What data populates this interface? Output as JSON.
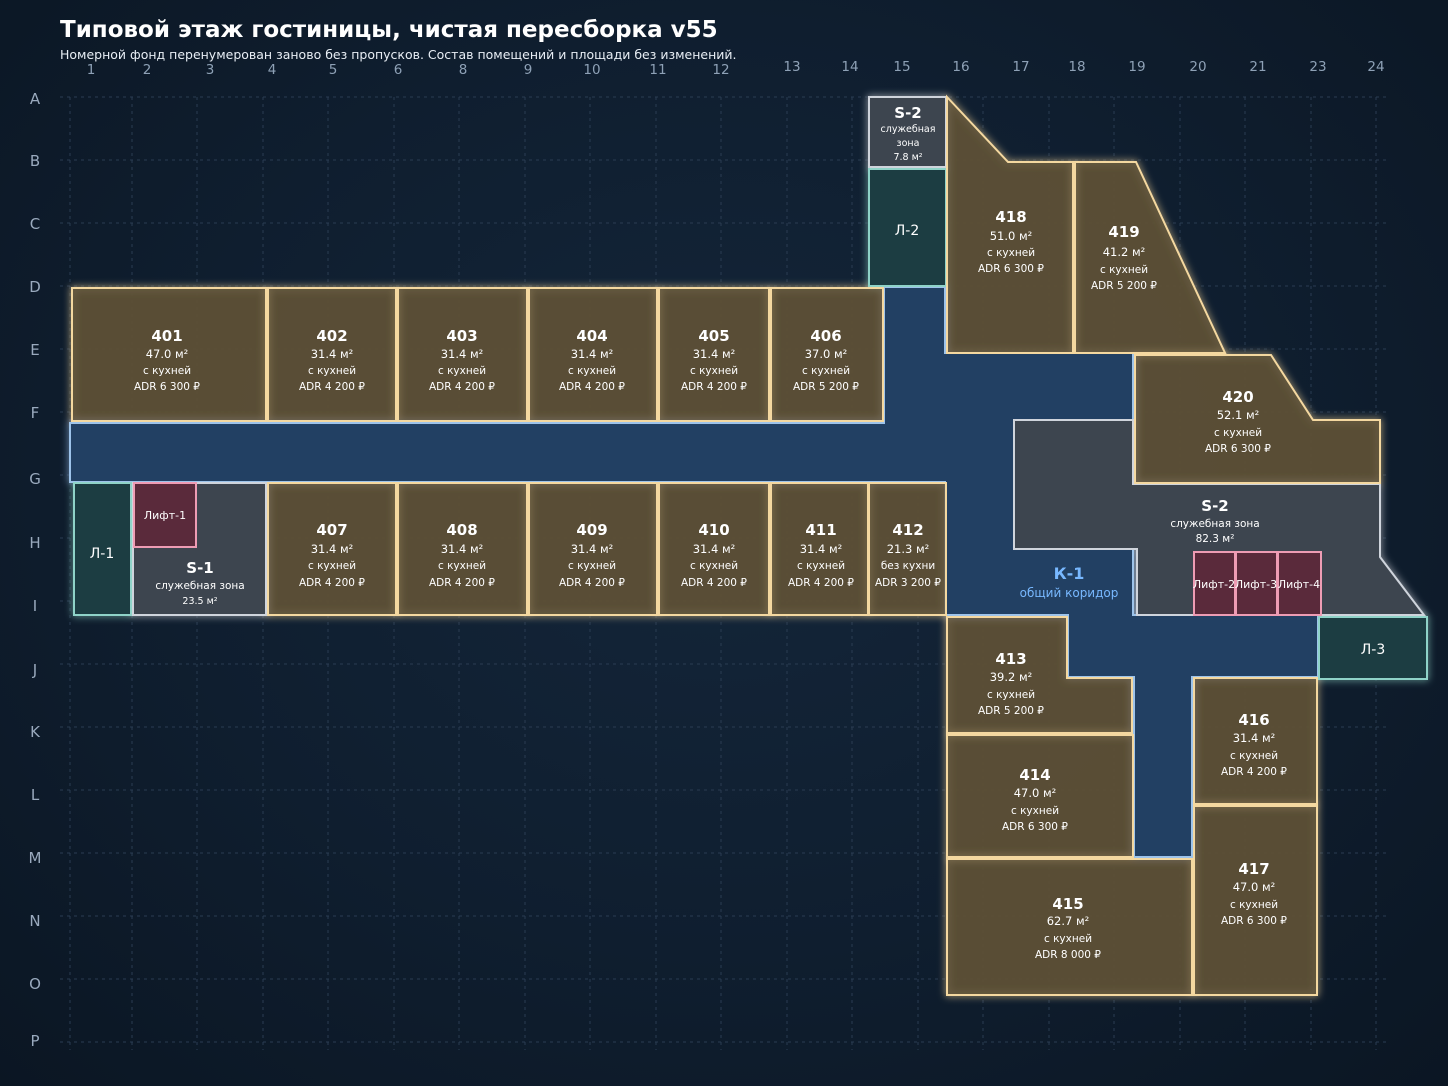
{
  "title": "Типовой этаж гостиницы, чистая пересборка v55",
  "subtitle": "Номерной фонд перенумерован заново без пропусков. Состав помещений и площади без изменений.",
  "col_labels": [
    "1",
    "2",
    "3",
    "4",
    "5",
    "6",
    "8",
    "9",
    "10",
    "11",
    "12",
    "13",
    "14",
    "15",
    "16",
    "17",
    "18",
    "19",
    "20",
    "21",
    "23",
    "24"
  ],
  "row_labels": [
    "A",
    "B",
    "C",
    "D",
    "E",
    "F",
    "G",
    "H",
    "I",
    "J",
    "K",
    "L",
    "M",
    "N",
    "O",
    "P"
  ],
  "rooms": [
    {
      "id": "401",
      "area": "47.0 м²",
      "kitchen": "с кухней",
      "adr": "ADR 6 300 ₽"
    },
    {
      "id": "402",
      "area": "31.4 м²",
      "kitchen": "с кухней",
      "adr": "ADR 4 200 ₽"
    },
    {
      "id": "403",
      "area": "31.4 м²",
      "kitchen": "с кухней",
      "adr": "ADR 4 200 ₽"
    },
    {
      "id": "404",
      "area": "31.4 м²",
      "kitchen": "с кухней",
      "adr": "ADR 4 200 ₽"
    },
    {
      "id": "405",
      "area": "31.4 м²",
      "kitchen": "с кухней",
      "adr": "ADR 4 200 ₽"
    },
    {
      "id": "406",
      "area": "37.0 м²",
      "kitchen": "с кухней",
      "adr": "ADR 5 200 ₽"
    },
    {
      "id": "407",
      "area": "31.4 м²",
      "kitchen": "с кухней",
      "adr": "ADR 4 200 ₽"
    },
    {
      "id": "408",
      "area": "31.4 м²",
      "kitchen": "с кухней",
      "adr": "ADR 4 200 ₽"
    },
    {
      "id": "409",
      "area": "31.4 м²",
      "kitchen": "с кухней",
      "adr": "ADR 4 200 ₽"
    },
    {
      "id": "410",
      "area": "31.4 м²",
      "kitchen": "с кухней",
      "adr": "ADR 4 200 ₽"
    },
    {
      "id": "411",
      "area": "31.4 м²",
      "kitchen": "с кухней",
      "adr": "ADR 4 200 ₽"
    },
    {
      "id": "412",
      "area": "21.3 м²",
      "kitchen": "без кухни",
      "adr": "ADR 3 200 ₽"
    },
    {
      "id": "413",
      "area": "39.2 м²",
      "kitchen": "с кухней",
      "adr": "ADR 5 200 ₽"
    },
    {
      "id": "414",
      "area": "47.0 м²",
      "kitchen": "с кухней",
      "adr": "ADR 6 300 ₽"
    },
    {
      "id": "415",
      "area": "62.7 м²",
      "kitchen": "с кухней",
      "adr": "ADR 8 000 ₽"
    },
    {
      "id": "416",
      "area": "31.4 м²",
      "kitchen": "с кухней",
      "adr": "ADR 4 200 ₽"
    },
    {
      "id": "417",
      "area": "47.0 м²",
      "kitchen": "с кухней",
      "adr": "ADR 6 300 ₽"
    },
    {
      "id": "418",
      "area": "51.0 м²",
      "kitchen": "с кухней",
      "adr": "ADR 6 300 ₽"
    },
    {
      "id": "419",
      "area": "41.2 м²",
      "kitchen": "с кухней",
      "adr": "ADR 5 200 ₽"
    },
    {
      "id": "420",
      "area": "52.1 м²",
      "kitchen": "с кухней",
      "adr": "ADR 6 300 ₽"
    }
  ],
  "service": {
    "s1": {
      "code": "S-1",
      "desc": "служебная зона",
      "area": "23.5 м²"
    },
    "s2_small": {
      "code": "S-2",
      "desc1": "служебная",
      "desc2": "зона",
      "area": "7.8 м²"
    },
    "s2": {
      "code": "S-2",
      "desc": "служебная зона",
      "area": "82.3 м²"
    }
  },
  "stairs": {
    "l1": "Л-1",
    "l2": "Л-2",
    "l3": "Л-3"
  },
  "lifts": {
    "lift1": "Лифт-1",
    "lift2": "Лифт-2",
    "lift3": "Лифт-3",
    "lift4": "Лифт-4"
  },
  "corridor": {
    "code": "К-1",
    "desc": "общий коридор"
  },
  "colors": {
    "room_stroke": "#f4d8a0",
    "room_fill": "#5c4f36",
    "corridor_fill": "#233f63",
    "corridor_stroke": "#9dc3ea",
    "service_fill": "#3c444f",
    "stair_fill": "#1f3d42",
    "stair_stroke": "#8fd3c8",
    "lift_fill": "#5a2c3a",
    "lift_stroke": "#ee9cb4",
    "corridor_text": "#78b8ff"
  }
}
